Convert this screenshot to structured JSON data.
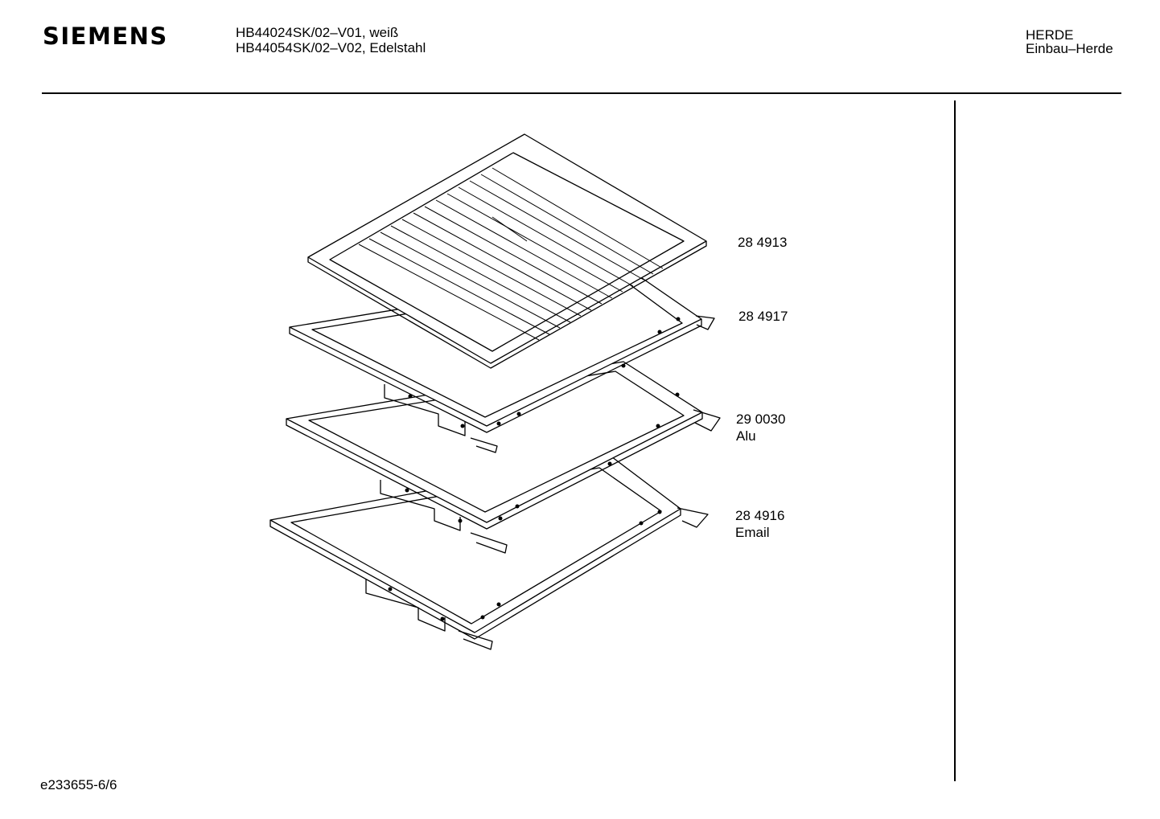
{
  "header": {
    "brand": "SIEMENS",
    "models": [
      "HB44024SK/02–V01, weiß",
      "HB44054SK/02–V02, Edelstahl"
    ],
    "category": [
      "HERDE",
      "Einbau–Herde"
    ]
  },
  "parts": [
    {
      "number": "28 4913",
      "desc": ""
    },
    {
      "number": "28 4917",
      "desc": ""
    },
    {
      "number": "29 0030",
      "desc": "Alu"
    },
    {
      "number": "28 4916",
      "desc": "Email"
    }
  ],
  "footer": {
    "drawing_id": "e233655-6/6"
  }
}
